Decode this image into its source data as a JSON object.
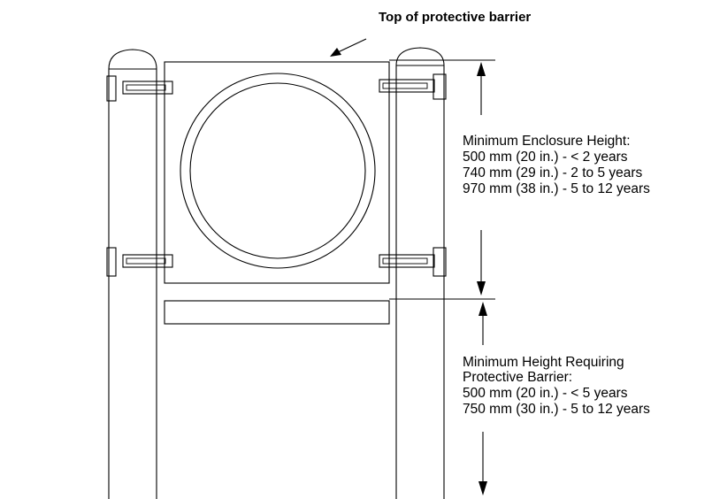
{
  "top_label": "Top of protective barrier",
  "enclosure": {
    "title": "Minimum Enclosure Height:",
    "lines": [
      "500 mm (20 in.) - < 2 years",
      "740 mm (29 in.) - 2 to 5 years",
      "970 mm (38 in.) - 5 to 12 years"
    ]
  },
  "barrier": {
    "title_line1": "Minimum Height Requiring",
    "title_line2": "Protective Barrier:",
    "lines": [
      "500 mm (20 in.) - < 5 years",
      "750 mm (30 in.) - 5 to 12 years"
    ]
  }
}
